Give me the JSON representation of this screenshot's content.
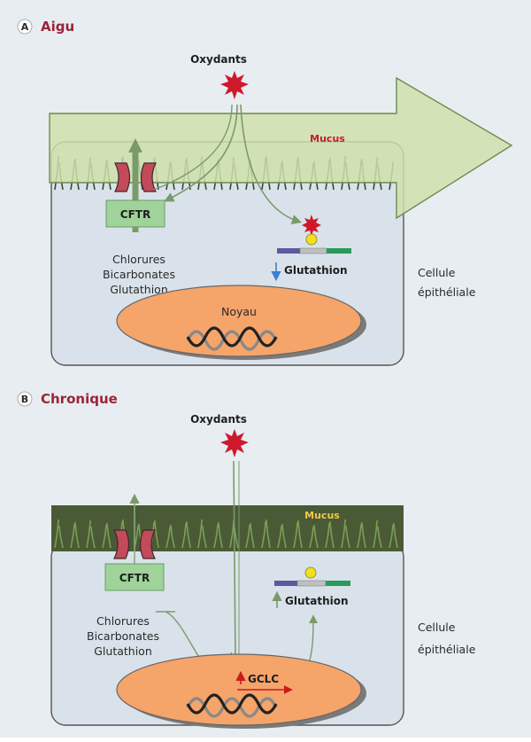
{
  "colors": {
    "background": "#e8edf1",
    "panel_title": "#9a2438",
    "oxidant": "#d0182c",
    "mucus_label_acute": "#c41a2a",
    "mucus_label_chronic": "#f0c84a",
    "mucus_arrow": "#cfe0ad",
    "nucleus": "#f5a46a",
    "cftr_box": "#9fd39a",
    "cftr_channel": "#c34a5a",
    "dna": "#222222",
    "gene_segment_left": "#5a5aa0",
    "gene_segment_mid": "#bfbfbf",
    "gene_segment_right": "#2a9a5a",
    "glutathione_ball": "#f2e020",
    "down_arrow": "#3a7fd0",
    "up_arrow_red": "#cc1a1a"
  },
  "panels": [
    {
      "letter": "A",
      "title": "Aigu",
      "oxidants": "Oxydants",
      "mucus": "Mucus",
      "cftr": "CFTR",
      "ions": [
        "Chlorures",
        "Bicarbonates",
        "Glutathion"
      ],
      "glutathione": "Glutathion",
      "glutathione_trend": "down",
      "nucleus": "Noyau",
      "cell_label": [
        "Cellule",
        "épithéliale"
      ]
    },
    {
      "letter": "B",
      "title": "Chronique",
      "oxidants": "Oxydants",
      "mucus": "Mucus",
      "cftr": "CFTR",
      "ions": [
        "Chlorures",
        "Bicarbonates",
        "Glutathion"
      ],
      "glutathione": "Glutathion",
      "glutathione_trend": "up",
      "gene": "GCLC",
      "cell_label": [
        "Cellule",
        "épithéliale"
      ]
    }
  ]
}
